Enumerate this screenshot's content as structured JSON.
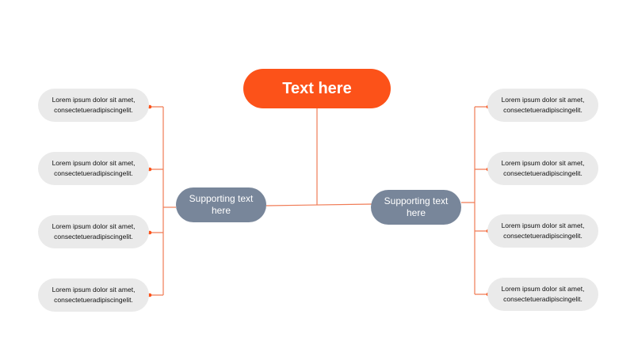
{
  "colors": {
    "accent": "#FC5219",
    "connector": "#F07B55",
    "support": "#78869A",
    "leaf": "#EAEAEA",
    "leaf_text": "#111111"
  },
  "root": {
    "label": "Text here"
  },
  "left_branch": {
    "label": "Supporting text here",
    "items": [
      {
        "label": "Lorem ipsum  dolor sit amet,\nconsectetueradipiscingelit."
      },
      {
        "label": "Lorem ipsum  dolor sit amet,\nconsectetueradipiscingelit."
      },
      {
        "label": "Lorem ipsum  dolor sit amet,\nconsectetueradipiscingelit."
      },
      {
        "label": "Lorem ipsum  dolor sit amet,\nconsectetueradipiscingelit."
      }
    ]
  },
  "right_branch": {
    "label": "Supporting text here",
    "items": [
      {
        "label": "Lorem ipsum  dolor sit amet,\nconsectetueradipiscingelit."
      },
      {
        "label": "Lorem ipsum  dolor sit amet,\nconsectetueradipiscingelit."
      },
      {
        "label": "Lorem ipsum  dolor sit amet,\nconsectetueradipiscingelit."
      },
      {
        "label": "Lorem ipsum  dolor sit amet,\nconsectetueradipiscingelit."
      }
    ]
  }
}
